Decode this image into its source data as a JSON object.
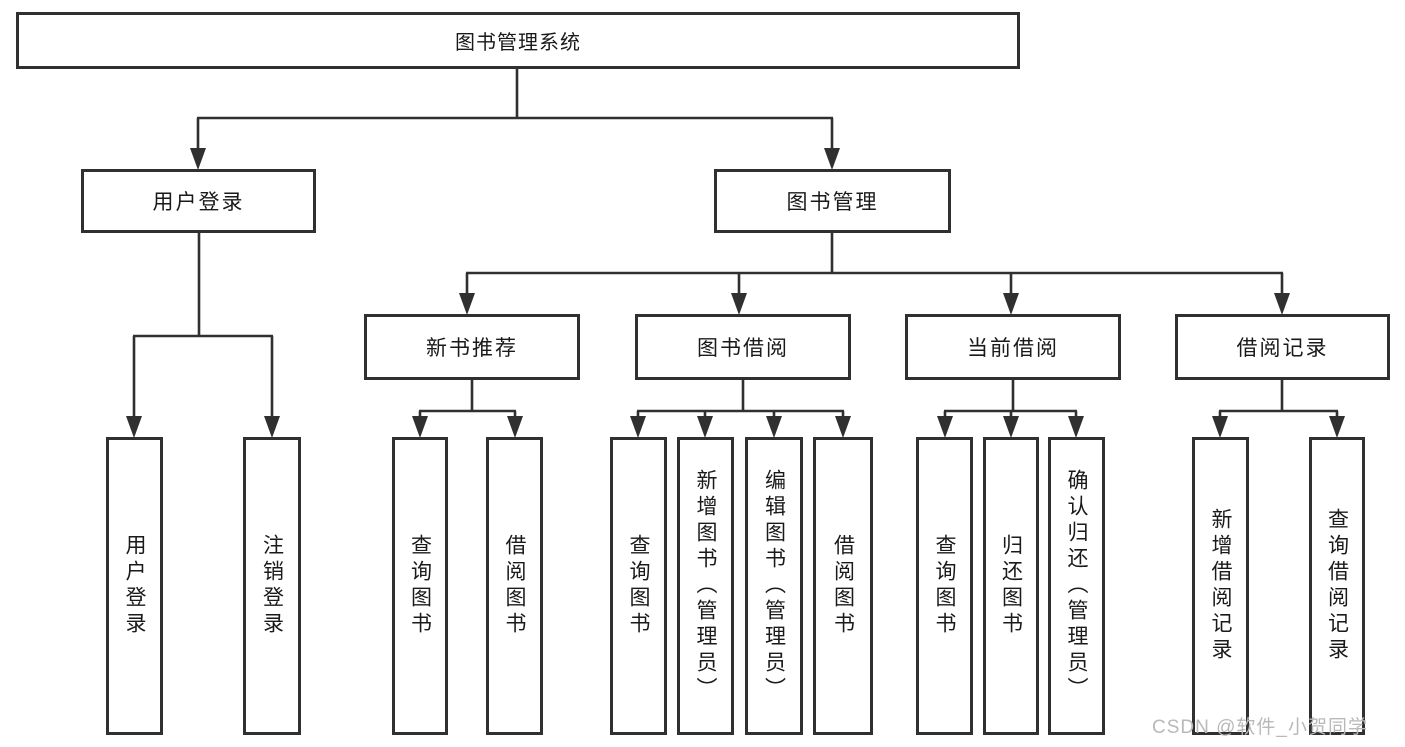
{
  "diagram": {
    "root": "图书管理系统",
    "level2": [
      {
        "id": "user-login",
        "label": "用户登录"
      },
      {
        "id": "book-management",
        "label": "图书管理"
      }
    ],
    "level3": [
      {
        "id": "new-book-recommend",
        "parent": "book-management",
        "label": "新书推荐"
      },
      {
        "id": "book-borrow",
        "parent": "book-management",
        "label": "图书借阅"
      },
      {
        "id": "current-borrow",
        "parent": "book-management",
        "label": "当前借阅"
      },
      {
        "id": "borrow-records",
        "parent": "book-management",
        "label": "借阅记录"
      }
    ],
    "level4": [
      {
        "parent": "user-login",
        "label": "用户登录"
      },
      {
        "parent": "user-login",
        "label": "注销登录"
      },
      {
        "parent": "new-book-recommend",
        "label": "查询图书"
      },
      {
        "parent": "new-book-recommend",
        "label": "借阅图书"
      },
      {
        "parent": "book-borrow",
        "label": "查询图书"
      },
      {
        "parent": "book-borrow",
        "label": "新增图书（管理员）"
      },
      {
        "parent": "book-borrow",
        "label": "编辑图书（管理员）"
      },
      {
        "parent": "book-borrow",
        "label": "借阅图书"
      },
      {
        "parent": "current-borrow",
        "label": "查询图书"
      },
      {
        "parent": "current-borrow",
        "label": "归还图书"
      },
      {
        "parent": "current-borrow",
        "label": "确认归还（管理员）"
      },
      {
        "parent": "borrow-records",
        "label": "新增借阅记录"
      },
      {
        "parent": "borrow-records",
        "label": "查询借阅记录"
      }
    ]
  },
  "watermark": {
    "text": "CSDN @软件_小贺同学"
  },
  "colors": {
    "line": "#303030",
    "box_border": "#303030",
    "text": "#1a1a1a",
    "watermark": "#b9b9b9",
    "background": "#ffffff"
  }
}
